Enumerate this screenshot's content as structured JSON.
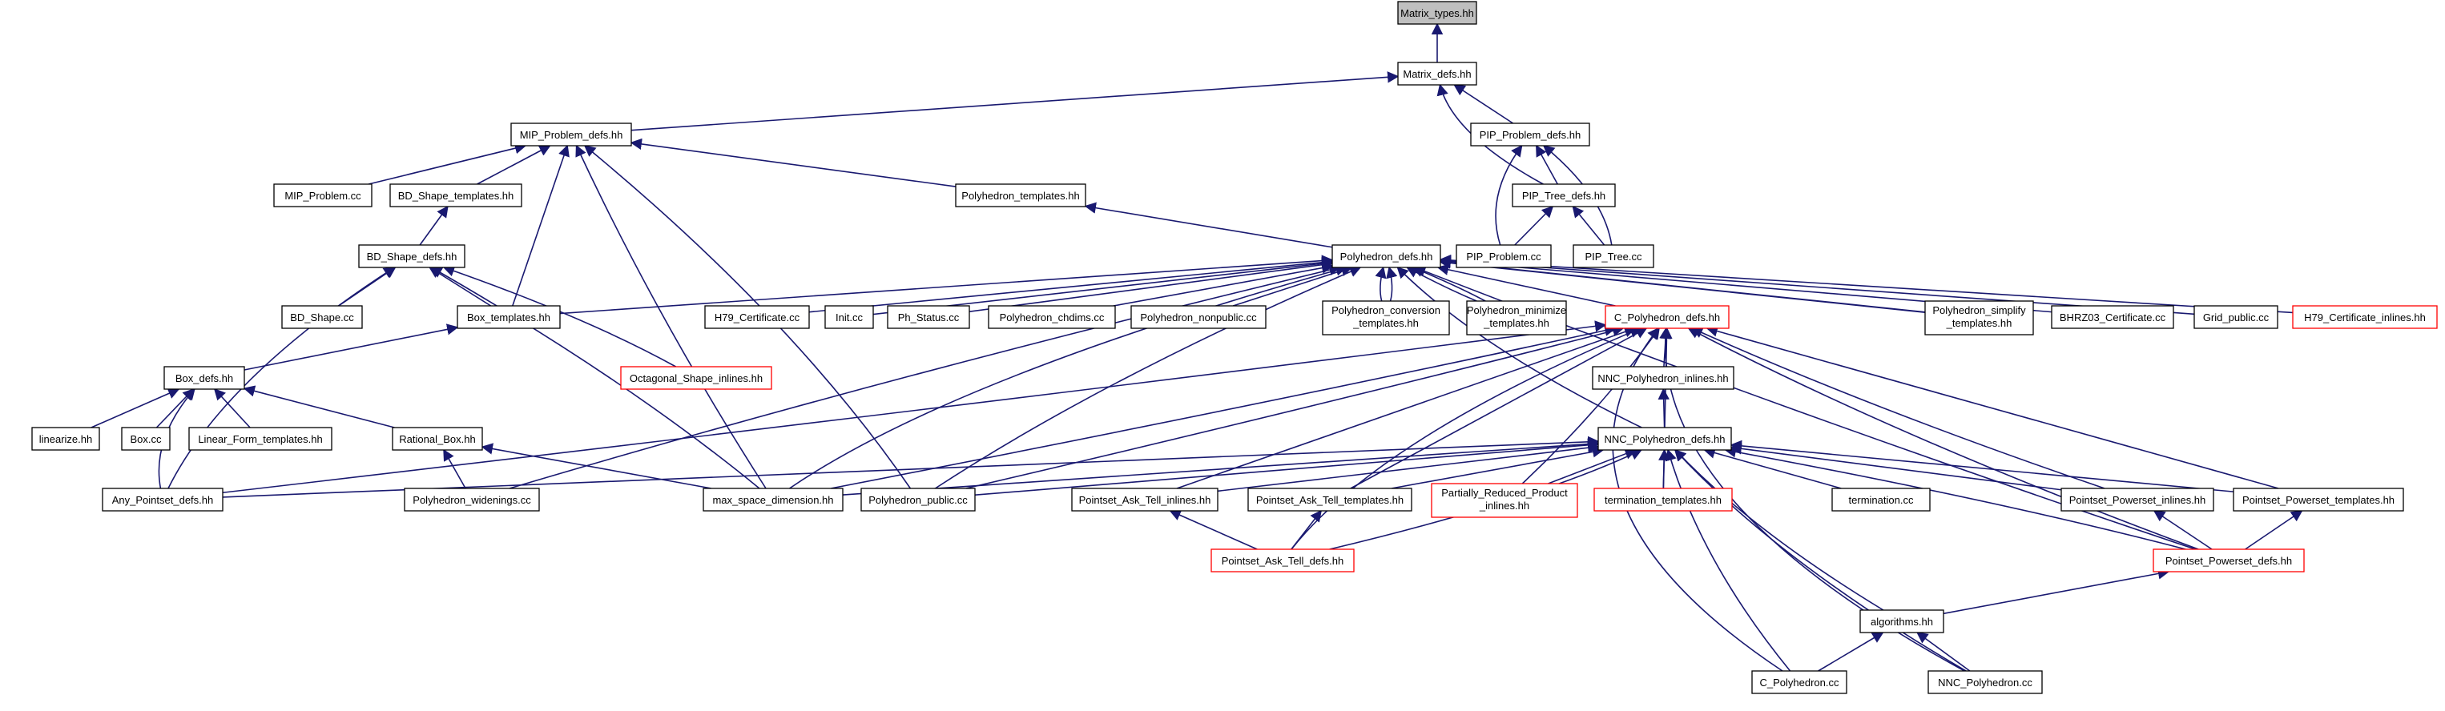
{
  "nodes": [
    {
      "id": "matrix_types",
      "label": "Matrix_types.hh",
      "style": "root"
    },
    {
      "id": "matrix_defs",
      "label": "Matrix_defs.hh"
    },
    {
      "id": "mip_defs",
      "label": "MIP_Problem_defs.hh"
    },
    {
      "id": "pip_defs",
      "label": "PIP_Problem_defs.hh"
    },
    {
      "id": "mip_cc",
      "label": "MIP_Problem.cc"
    },
    {
      "id": "bds_templates",
      "label": "BD_Shape_templates.hh"
    },
    {
      "id": "poly_templates",
      "label": "Polyhedron_templates.hh"
    },
    {
      "id": "pip_tree_defs",
      "label": "PIP_Tree_defs.hh"
    },
    {
      "id": "bds_defs",
      "label": "BD_Shape_defs.hh"
    },
    {
      "id": "poly_defs",
      "label": "Polyhedron_defs.hh"
    },
    {
      "id": "pip_problem_cc",
      "label": "PIP_Problem.cc"
    },
    {
      "id": "pip_tree_cc",
      "label": "PIP_Tree.cc"
    },
    {
      "id": "bds_cc",
      "label": "BD_Shape.cc"
    },
    {
      "id": "box_templates",
      "label": "Box_templates.hh"
    },
    {
      "id": "h79_cc",
      "label": "H79_Certificate.cc"
    },
    {
      "id": "init_cc",
      "label": "Init.cc"
    },
    {
      "id": "ph_status",
      "label": "Ph_Status.cc"
    },
    {
      "id": "poly_chdims",
      "label": "Polyhedron_chdims.cc"
    },
    {
      "id": "poly_nonpublic",
      "label": "Polyhedron_nonpublic.cc"
    },
    {
      "id": "poly_conversion",
      "label": "Polyhedron_conversion",
      "label2": "_templates.hh"
    },
    {
      "id": "poly_minimize",
      "label": "Polyhedron_minimize",
      "label2": "_templates.hh"
    },
    {
      "id": "c_poly_defs",
      "label": "C_Polyhedron_defs.hh",
      "style": "red"
    },
    {
      "id": "poly_simplify",
      "label": "Polyhedron_simplify",
      "label2": "_templates.hh"
    },
    {
      "id": "bhrz03",
      "label": "BHRZ03_Certificate.cc"
    },
    {
      "id": "grid_public",
      "label": "Grid_public.cc"
    },
    {
      "id": "h79_inlines",
      "label": "H79_Certificate_inlines.hh",
      "style": "red"
    },
    {
      "id": "box_defs",
      "label": "Box_defs.hh"
    },
    {
      "id": "oct_inlines",
      "label": "Octagonal_Shape_inlines.hh",
      "style": "red"
    },
    {
      "id": "nnc_inlines",
      "label": "NNC_Polyhedron_inlines.hh"
    },
    {
      "id": "linearize",
      "label": "linearize.hh"
    },
    {
      "id": "box_cc",
      "label": "Box.cc"
    },
    {
      "id": "lin_form",
      "label": "Linear_Form_templates.hh"
    },
    {
      "id": "rational_box",
      "label": "Rational_Box.hh"
    },
    {
      "id": "nnc_defs",
      "label": "NNC_Polyhedron_defs.hh"
    },
    {
      "id": "any_pointset",
      "label": "Any_Pointset_defs.hh"
    },
    {
      "id": "poly_widenings",
      "label": "Polyhedron_widenings.cc"
    },
    {
      "id": "max_space",
      "label": "max_space_dimension.hh"
    },
    {
      "id": "poly_public",
      "label": "Polyhedron_public.cc"
    },
    {
      "id": "pat_inlines",
      "label": "Pointset_Ask_Tell_inlines.hh"
    },
    {
      "id": "pat_templates",
      "label": "Pointset_Ask_Tell_templates.hh"
    },
    {
      "id": "prp_inlines",
      "label": "Partially_Reduced_Product",
      "label2": "_inlines.hh",
      "style": "red"
    },
    {
      "id": "term_templates",
      "label": "termination_templates.hh",
      "style": "red"
    },
    {
      "id": "termination_cc",
      "label": "termination.cc"
    },
    {
      "id": "pp_inlines",
      "label": "Pointset_Powerset_inlines.hh"
    },
    {
      "id": "pp_templates",
      "label": "Pointset_Powerset_templates.hh"
    },
    {
      "id": "pat_defs",
      "label": "Pointset_Ask_Tell_defs.hh",
      "style": "red"
    },
    {
      "id": "pp_defs",
      "label": "Pointset_Powerset_defs.hh",
      "style": "red"
    },
    {
      "id": "algorithms",
      "label": "algorithms.hh"
    },
    {
      "id": "c_poly_cc",
      "label": "C_Polyhedron.cc"
    },
    {
      "id": "nnc_poly_cc",
      "label": "NNC_Polyhedron.cc"
    }
  ]
}
